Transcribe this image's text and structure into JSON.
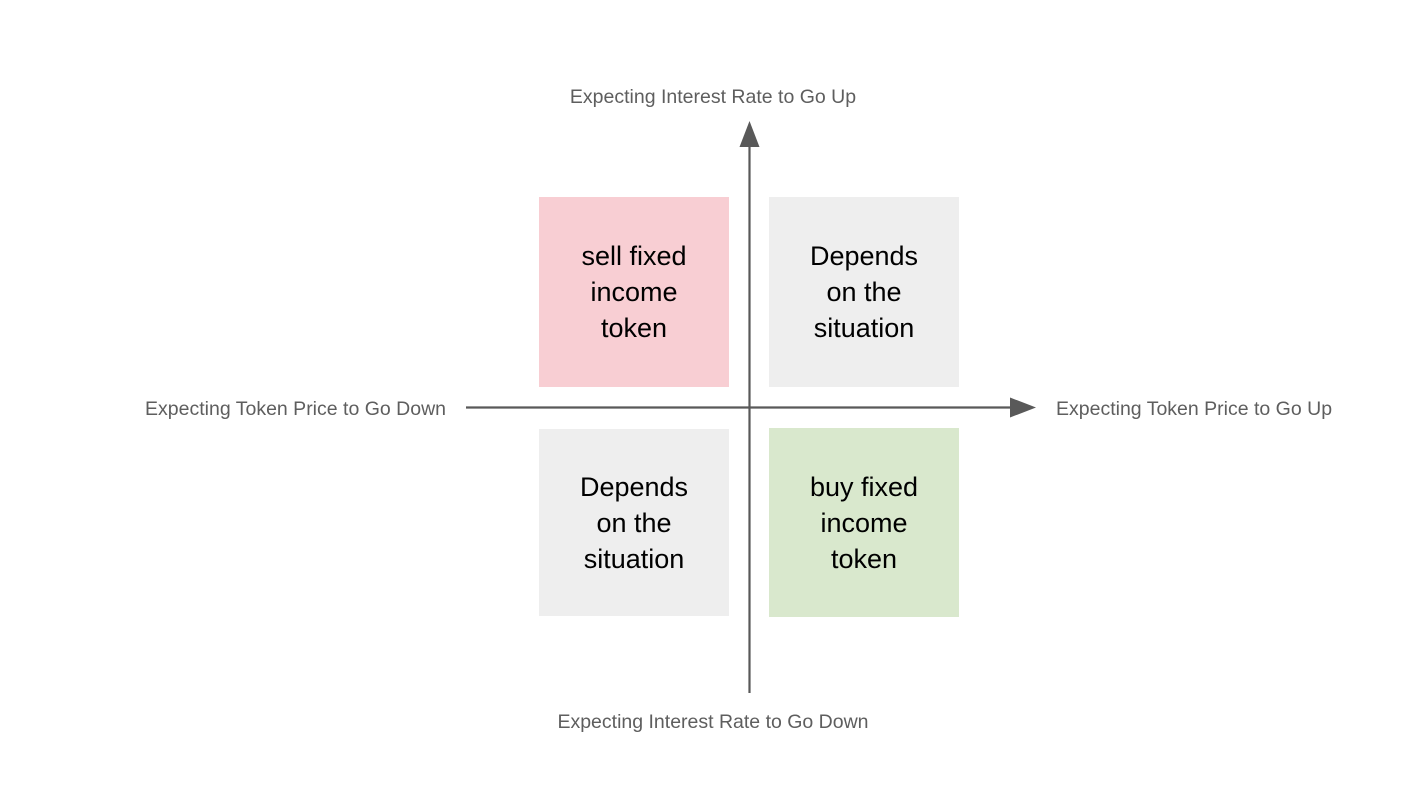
{
  "diagram": {
    "type": "quadrant-matrix",
    "background_color": "#ffffff",
    "axes": {
      "line_color": "#595959",
      "vertical": {
        "top_label": "Expecting Interest Rate to Go Up",
        "bottom_label": "Expecting Interest Rate to Go Down",
        "has_arrow_top": true,
        "has_arrow_bottom": false
      },
      "horizontal": {
        "left_label": "Expecting Token Price to Go Down",
        "right_label": "Expecting Token Price to Go Up",
        "has_arrow_right": true,
        "has_arrow_left": false
      },
      "label_color": "#5e5e5e"
    },
    "quadrants": [
      {
        "position": "top-left",
        "text": "sell fixed income token",
        "lines": [
          "sell fixed",
          "income",
          "token"
        ],
        "fill_color": "#f8ced3",
        "text_color": "#000000",
        "meaning": "Token price down and interest rate up"
      },
      {
        "position": "top-right",
        "text": "Depends on the situation",
        "lines": [
          "Depends",
          "on the",
          "situation"
        ],
        "fill_color": "#eeeeee",
        "text_color": "#000000",
        "meaning": "Token price up and interest rate up"
      },
      {
        "position": "bottom-left",
        "text": "Depends on the situation",
        "lines": [
          "Depends",
          "on the",
          "situation"
        ],
        "fill_color": "#eeeeee",
        "text_color": "#000000",
        "meaning": "Token price down and interest rate down"
      },
      {
        "position": "bottom-right",
        "text": "buy fixed income token",
        "lines": [
          "buy fixed",
          "income",
          "token"
        ],
        "fill_color": "#d9e8cd",
        "text_color": "#000000",
        "meaning": "Token price up and interest rate down"
      }
    ]
  }
}
